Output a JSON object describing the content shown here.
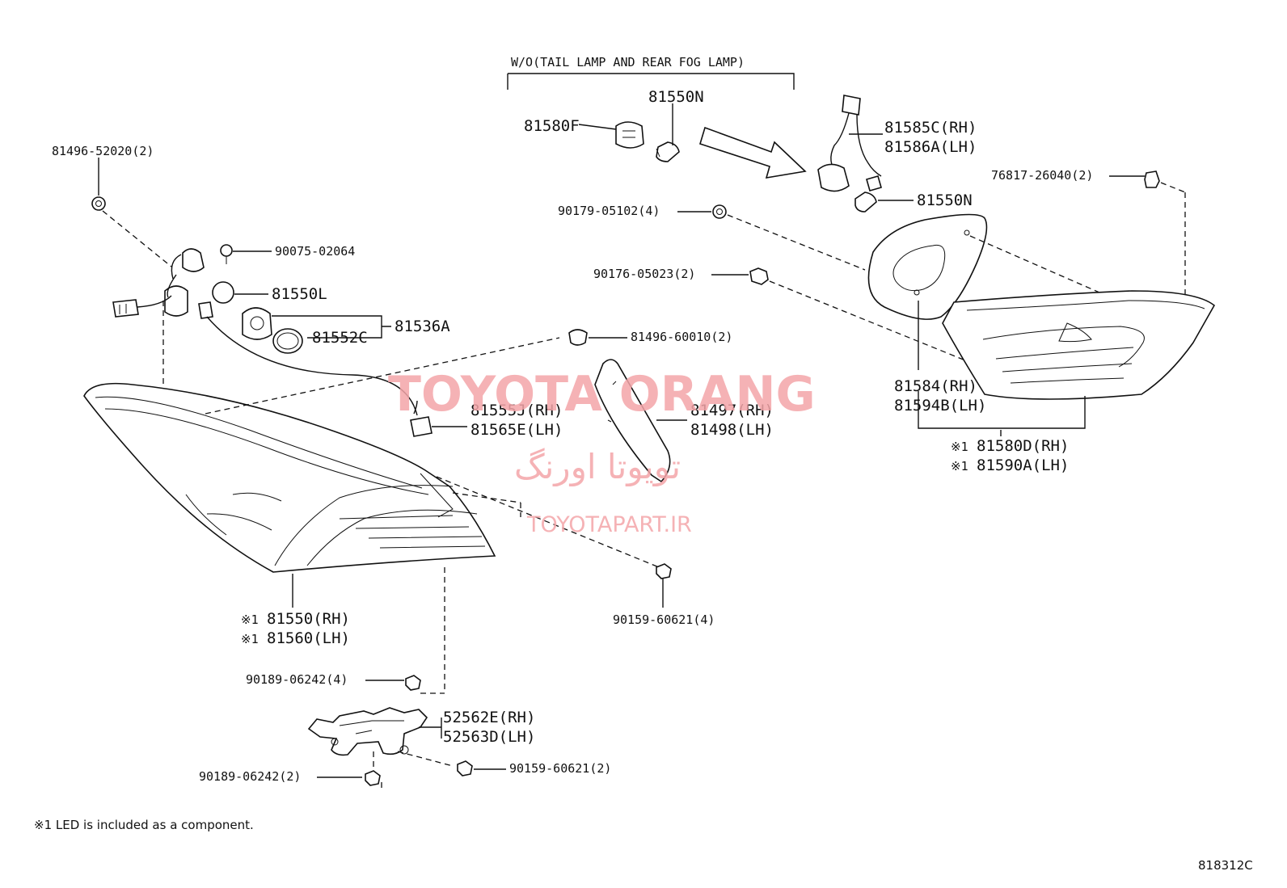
{
  "header_note": "W/O(TAIL LAMP AND REAR FOG LAMP)",
  "callouts": {
    "c81496_52020": "81496-52020(2)",
    "c90075_02064": "90075-02064",
    "c81550L": "81550L",
    "c81552C": "81552C",
    "c81536A": "81536A",
    "c81580F": "81580F",
    "c81550N_top": "81550N",
    "c81585C": "81585C(RH)",
    "c81586A": "81586A(LH)",
    "c81550N_right": "81550N",
    "c76817_26040": "76817-26040(2)",
    "c90179_05102": "90179-05102(4)",
    "c90176_05023": "90176-05023(2)",
    "c81496_60010": "81496-60010(2)",
    "c81555J": "81555J(RH)",
    "c81565E": "81565E(LH)",
    "c81497": "81497(RH)",
    "c81498": "81498(LH)",
    "c81584": "81584(RH)",
    "c81594B": "81594B(LH)",
    "c81580D": "81580D(RH)",
    "c81590A": "81590A(LH)",
    "c81550": "81550(RH)",
    "c81560": "81560(LH)",
    "c90159_60621_4": "90159-60621(4)",
    "c90189_06242_4": "90189-06242(4)",
    "c52562E": "52562E(RH)",
    "c52563D": "52563D(LH)",
    "c90159_60621_2": "90159-60621(2)",
    "c90189_06242_2": "90189-06242(2)"
  },
  "marks": {
    "led_mark": "※1"
  },
  "footnote": "※1 LED is included as a component.",
  "diagram_code": "818312C",
  "watermark": {
    "title": "TOYOTA ORANG",
    "persian": "تویوتا اورنگ",
    "url": "TOYOTAPART.IR"
  }
}
